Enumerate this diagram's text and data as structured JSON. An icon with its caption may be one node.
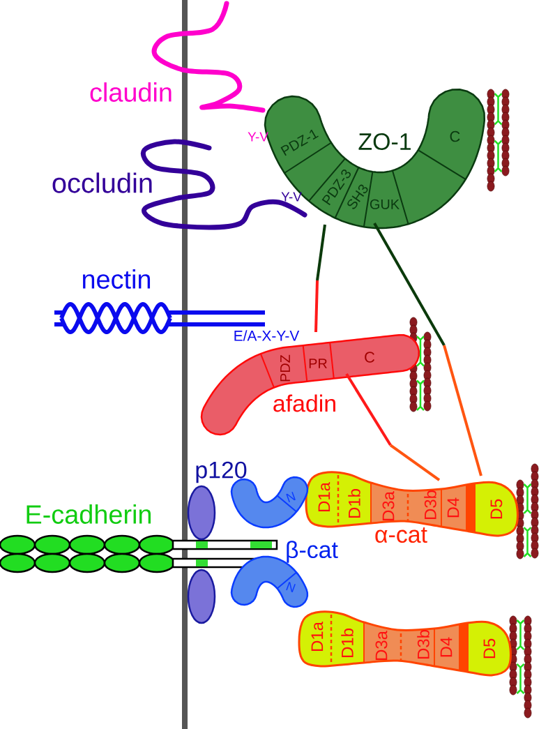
{
  "diagram": {
    "nodes": [
      {
        "text": [
          "ZO-1",
          "PDZ-1",
          "PDZ-3",
          "SH3",
          "GUK",
          "C"
        ]
      },
      {
        "text": [
          "afadin",
          "PDZ",
          "PR",
          "C"
        ]
      },
      {
        "text": [
          "α-cat",
          "D1a",
          "D1b",
          "D3a",
          "D3b",
          "D4",
          "D5"
        ]
      },
      {
        "text": [
          "D1a",
          "D1b",
          "D3a",
          "D3b",
          "D4",
          "D5"
        ]
      },
      {
        "text": [
          "β-cat",
          "N"
        ]
      },
      {
        "text": [
          "N"
        ]
      },
      {
        "text": [
          "p120"
        ]
      },
      {
        "text": [],
        "shape": "ellipse"
      }
    ],
    "edges": [
      {
        "from": 0,
        "to": 1,
        "arrow": "none",
        "color": "#0b3a0b"
      },
      {
        "from": 0,
        "to": 2,
        "arrow": "none",
        "color": "#0b3a0b"
      },
      {
        "from": 1,
        "to": 2,
        "arrow": "none",
        "color": "#ff1a1a"
      }
    ],
    "labels": [
      "claudin",
      "Y-V",
      "occludin",
      "Y-V",
      "nectin",
      "E/A-X-Y-V",
      "E-cadherin"
    ]
  }
}
